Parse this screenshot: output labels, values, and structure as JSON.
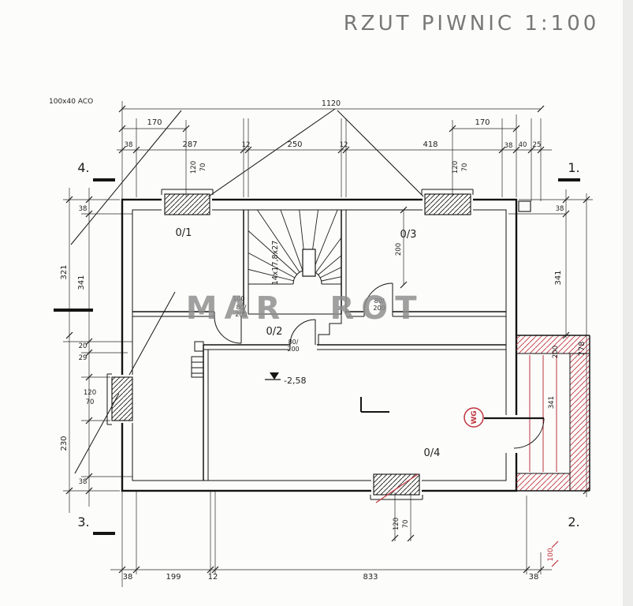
{
  "title": "RZUT PIWNIC 1:100",
  "corners": {
    "c1": "1.",
    "c2": "2.",
    "c3": "3.",
    "c4": "4."
  },
  "notes": {
    "aco": "100x40 ACO",
    "stair": "14x17,8x27",
    "level": "-2,58",
    "gas": "WG"
  },
  "watermark": {
    "left": "MAR",
    "right": "ROT"
  },
  "rooms": {
    "r1": "0/1",
    "r2": "0/2",
    "r3": "0/3",
    "r4": "0/4"
  },
  "dims": {
    "overall_width": "1120",
    "offset_left": "170",
    "offset_right": "170",
    "top_chain": [
      "38",
      "287",
      "12",
      "250",
      "12",
      "418",
      "38",
      "40",
      "25"
    ],
    "left_chain": [
      "38",
      "341",
      "20",
      "29",
      "38"
    ],
    "left_outer": [
      "321",
      "230"
    ],
    "right_chain": [
      "38",
      "341",
      "200"
    ],
    "overall_height": "778",
    "terrace": "341",
    "red_dim": "100",
    "bottom_chain": [
      "38",
      "199",
      "12",
      "833",
      "38"
    ],
    "room3_inner": "200",
    "win_tl": {
      "w": "120",
      "h": "70"
    },
    "win_tr": {
      "w": "120",
      "h": "70"
    },
    "win_l": {
      "w": "120",
      "h": "70"
    },
    "win_b": {
      "w": "120",
      "h": "70"
    },
    "door1_opening": "100",
    "door1": {
      "w": "80/",
      "h": "200"
    },
    "door2": {
      "w": "80/",
      "h": "200"
    },
    "door3": {
      "w": "80/",
      "h": "200"
    }
  },
  "colors": {
    "ink": "#1f1f1f",
    "red": "#c03540",
    "title_gray": "#787878",
    "watermark_gray": "#8d8d8d"
  }
}
